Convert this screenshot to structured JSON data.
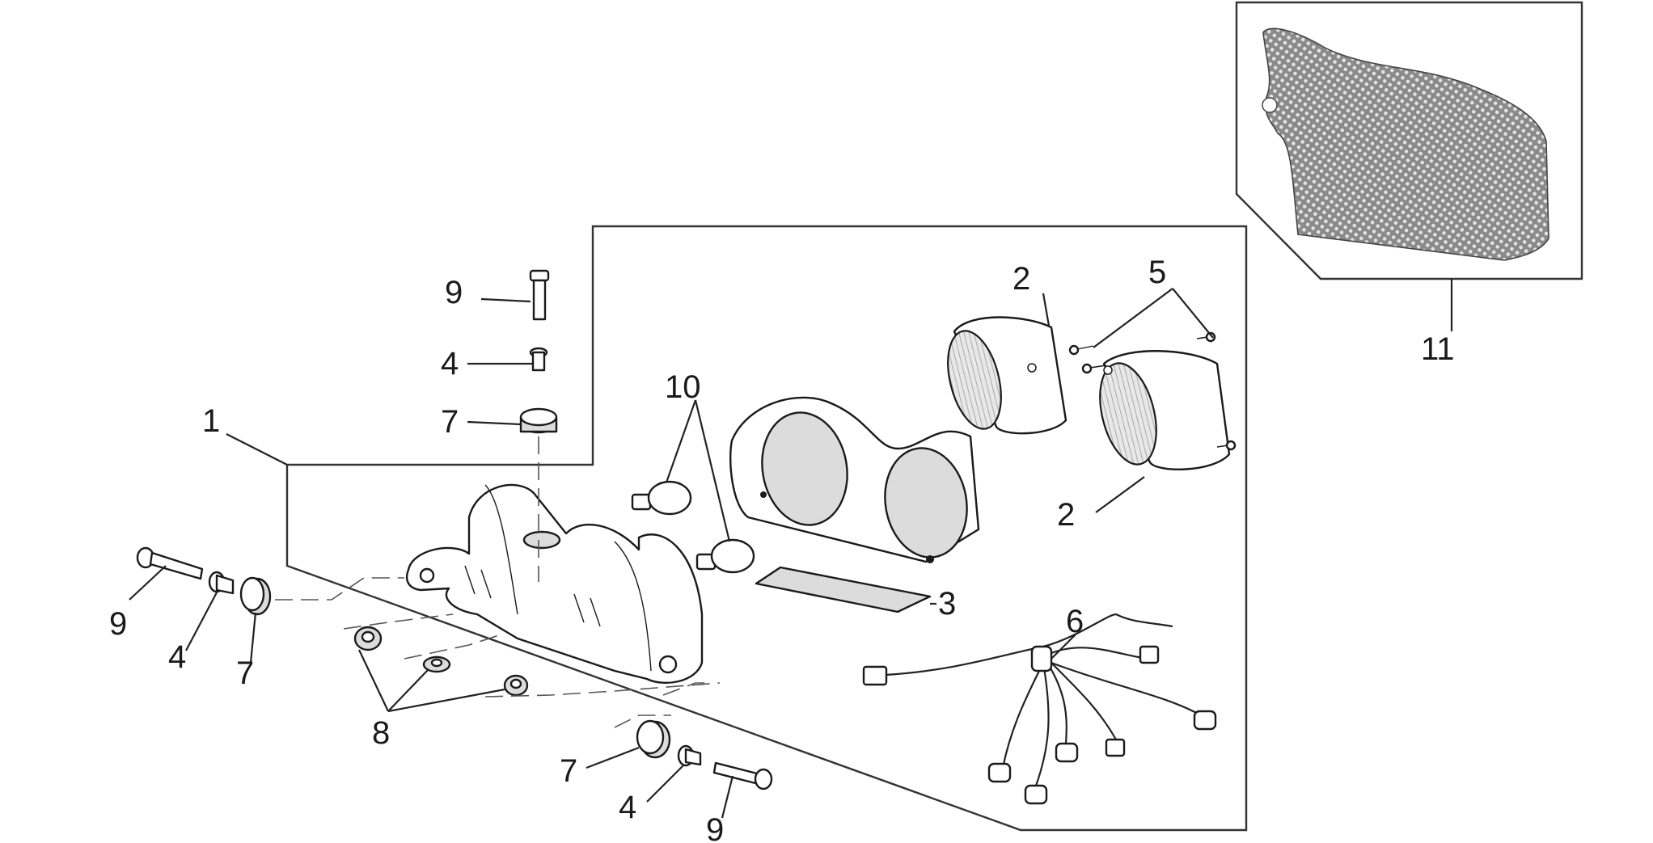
{
  "callouts": {
    "c1": "1",
    "c2a": "2",
    "c2b": "2",
    "c3": "3",
    "c4a": "4",
    "c4b": "4",
    "c4c": "4",
    "c5": "5",
    "c6": "6",
    "c7a": "7",
    "c7b": "7",
    "c7c": "7",
    "c8": "8",
    "c9a": "9",
    "c9b": "9",
    "c9c": "9",
    "c10": "10",
    "c11": "11"
  }
}
